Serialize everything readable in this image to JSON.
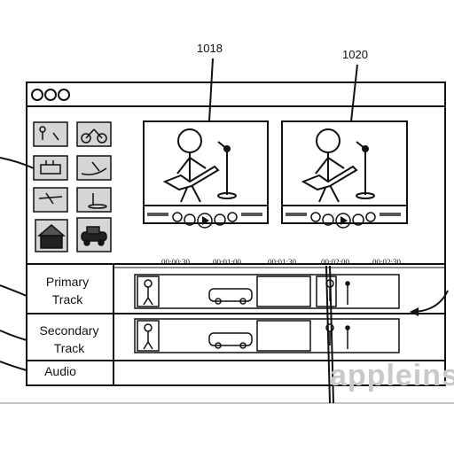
{
  "callouts": {
    "left_preview": "1018",
    "right_preview": "1020"
  },
  "window": {
    "title_buttons": [
      "close-button",
      "minimize-button",
      "zoom-button"
    ]
  },
  "media_browser": {
    "thumbnails": [
      "family-scene-thumb",
      "bicycle-thumb",
      "birthday-cake-thumb",
      "kayak-thumb",
      "airplane-thumb",
      "golf-thumb",
      "house-thumb",
      "car-thumb"
    ]
  },
  "timeline": {
    "timecodes": [
      "00:00:30",
      "00:01:00",
      "00:01:30",
      "00:02:00",
      "00:02:30"
    ],
    "tracks": [
      {
        "label_line1": "Primary",
        "label_line2": "Track"
      },
      {
        "label_line1": "Secondary",
        "label_line2": "Track"
      },
      {
        "label_line1": "Audio",
        "label_line2": ""
      }
    ]
  },
  "watermark": "appleins",
  "colors": {
    "ink": "#111111",
    "thumb_bg": "#d6d6d6",
    "watermark": "#c9c9c9"
  }
}
